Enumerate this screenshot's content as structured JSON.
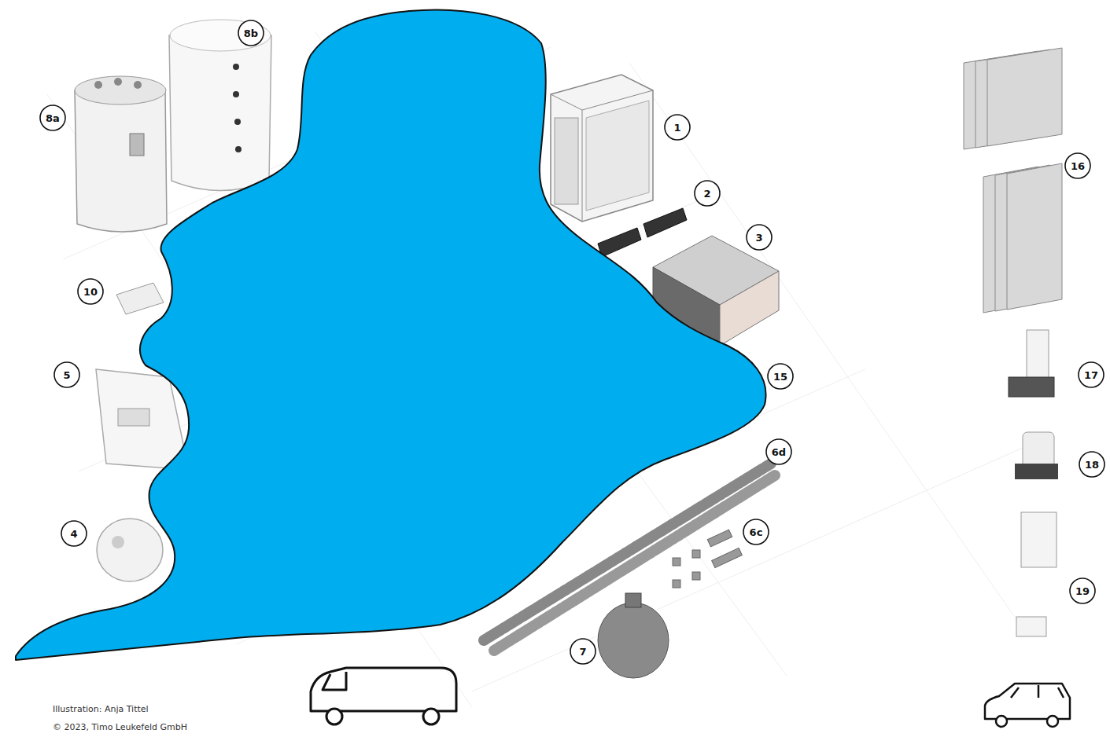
{
  "diagram": {
    "nodes": [
      {
        "text": [
          "8b"
        ]
      },
      {
        "text": [
          "8a"
        ]
      },
      {
        "text": [
          "1"
        ]
      },
      {
        "text": [
          "16"
        ]
      },
      {
        "text": [
          "2"
        ]
      },
      {
        "text": [
          "3"
        ]
      },
      {
        "text": [
          "10"
        ]
      },
      {
        "text": [
          "5"
        ]
      },
      {
        "text": [
          "17"
        ]
      },
      {
        "text": [
          "15"
        ]
      },
      {
        "text": [
          "6d"
        ]
      },
      {
        "text": [
          "18"
        ]
      },
      {
        "text": [
          "4"
        ]
      },
      {
        "text": [
          "6c"
        ]
      },
      {
        "text": [
          "19"
        ]
      },
      {
        "text": [
          "7"
        ]
      }
    ],
    "labels": [
      "Illustration: Anja Tittel",
      "© 2023, Timo Leukefeld GmbH"
    ]
  }
}
